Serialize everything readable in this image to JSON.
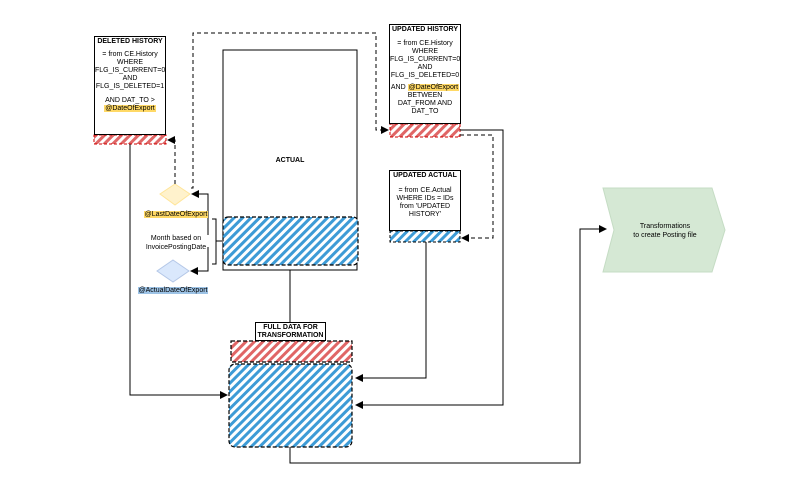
{
  "deleted_history": {
    "title": "DELETED HISTORY",
    "line1": "= from CE.History",
    "line2": "WHERE",
    "line3": "FLG_IS_CURRENT=0",
    "line4": "AND",
    "line5": "FLG_IS_DELETED=1",
    "line6": "AND  DAT_TO >",
    "param": "@DateOfExport"
  },
  "updated_history": {
    "title": "UPDATED HISTORY",
    "line1": "= from CE.History",
    "line2": "WHERE",
    "line3": "FLG_IS_CURRENT=0",
    "line4": "AND",
    "line5": "FLG_IS_DELETED=0",
    "line6": "AND",
    "param": "@DateOfExport",
    "line7": "BETWEEN",
    "line8": "DAT_FROM AND",
    "line9": "DAT_TO"
  },
  "actual": {
    "title": "ACTUAL"
  },
  "updated_actual": {
    "title": "UPDATED ACTUAL",
    "line1": "= from CE.Actual",
    "line2": "WHERE IDs = IDs",
    "line3": "from 'UPDATED",
    "line4": "HISTORY'"
  },
  "full_data": {
    "title_line1": "FULL DATA FOR",
    "title_line2": "TRANSFORMATION"
  },
  "last_date": {
    "label": "@LastDateOfExport"
  },
  "month_based": {
    "line1": "Month based on",
    "line2": "InvoicePostingDate"
  },
  "actual_date": {
    "label": "@ActualDateOfExport"
  },
  "transformations": {
    "line1": "Transformations",
    "line2": "to create Posting file"
  },
  "colors": {
    "red_hatch": "#e06666",
    "blue_hatch": "#3d9bd6",
    "yellow_diamond": "#fff2cc",
    "blue_diamond": "#dae8fc",
    "green_shape": "#d5e8d4",
    "highlight_yellow": "#ffd966",
    "highlight_blue": "#9dc3e6"
  }
}
